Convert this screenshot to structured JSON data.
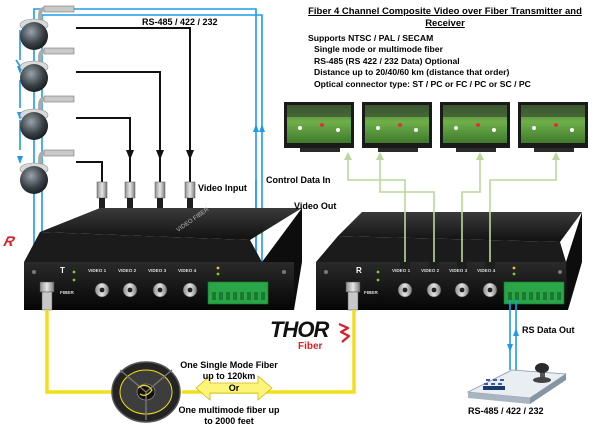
{
  "title": "Fiber 4 Channel Composite Video over Fiber Transmitter and Receiver",
  "features": [
    "Supports NTSC / PAL / SECAM",
    "Single mode or multimode fiber",
    "RS-485 (RS 422 / 232 Data) Optional",
    "Distance up to 20/40/60 km (distance that order)",
    "Optical connector type: ST / PC or FC / PC or SC / PC"
  ],
  "labels": {
    "rs485_top": "RS-485 / 422 / 232",
    "video_input": "Video  Input",
    "control_data_in": "Control Data In",
    "video_out": "Video Out",
    "rs_data_out": "RS Data Out",
    "rs485_bottom": "RS-485 / 422 / 232",
    "single_mode_line1": "One Single Mode Fiber",
    "single_mode_line2": "up to 120km",
    "or": "Or",
    "multimode_line1": "One multimode fiber up",
    "multimode_line2": "to 2000 feet"
  },
  "logo": {
    "brand": "THOR",
    "sub": "Fiber"
  },
  "transmitter": {
    "side_letter": "T",
    "ports": [
      "VIDEO 1",
      "VIDEO 2",
      "VIDEO 3",
      "VIDEO 4"
    ],
    "fiber": "FIBER"
  },
  "receiver": {
    "side_letter": "R",
    "ports": [
      "VIDEO 1",
      "VIDEO 2",
      "VIDEO 3",
      "VIDEO 4"
    ],
    "fiber": "FIBER"
  },
  "colors": {
    "rs_line": "#1e9be8",
    "video_cable": "#111111",
    "fiber_cable": "#f2df1a",
    "video_out_line": "#b9d99a",
    "terminal_block": "#2aa648",
    "device_body": "#141414",
    "logo_red": "#d61f26"
  },
  "icons": [
    "ptz-camera-icon",
    "bnc-connector-icon",
    "monitor-icon",
    "fiber-reel-icon",
    "joystick-controller-icon",
    "double-arrow-icon"
  ]
}
